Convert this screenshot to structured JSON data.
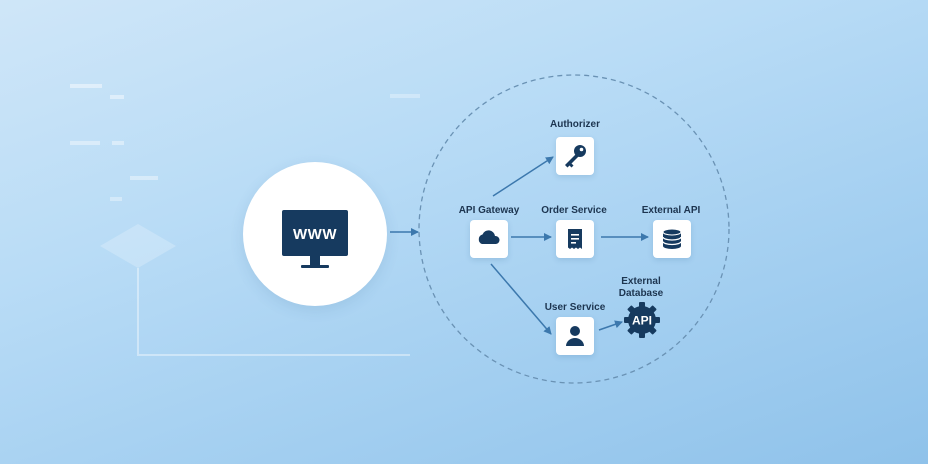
{
  "monitor": {
    "screen_text": "WWW"
  },
  "nodes": {
    "authorizer": {
      "label": "Authorizer",
      "icon": "key-icon"
    },
    "api_gateway": {
      "label": "API Gateway",
      "icon": "cloud-icon"
    },
    "order_service": {
      "label": "Order Service",
      "icon": "receipt-icon"
    },
    "external_api": {
      "label": "External API",
      "icon": "database-icon"
    },
    "user_service": {
      "label": "User Service",
      "icon": "user-icon"
    },
    "external_database": {
      "label_line1": "External",
      "label_line2": "Database",
      "icon": "api-gear-icon",
      "badge_text": "API"
    }
  },
  "colors": {
    "icon": "#163a5f",
    "arrow": "#3c78ad",
    "dashed_ring": "#6a92b4"
  }
}
